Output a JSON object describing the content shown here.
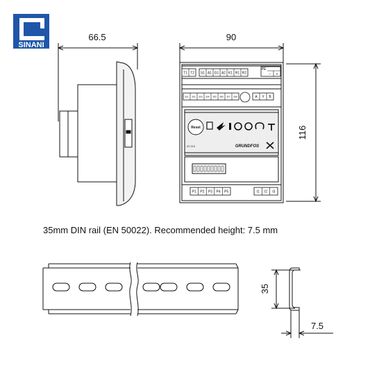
{
  "logo": {
    "text": "SINANI",
    "color": "#1f56a8"
  },
  "side_view": {
    "width_label": "66.5"
  },
  "front_view": {
    "width_label": "90",
    "height_label": "116",
    "top_terminals_left": [
      "T1",
      "T2"
    ],
    "top_terminals_mid": [
      "S1",
      "A1",
      "G1",
      "A2",
      "K1",
      "R1",
      "R2"
    ],
    "top_terminals_right": [
      "PE"
    ],
    "row2_terminals": [
      "D1",
      "D2",
      "D3",
      "D4",
      "D5",
      "D6",
      "D7",
      "D8"
    ],
    "row2_right": [
      "A",
      "Y",
      "B"
    ],
    "reset_label": "Reset",
    "model_label": "IO 113",
    "brand": "GRUNDFOS",
    "bottom_terminals_left": [
      "P1",
      "P2",
      "P3",
      "P4",
      "P5"
    ],
    "bottom_terminals_right": [
      "I1",
      "I2",
      "I3"
    ]
  },
  "caption": "35mm DIN rail (EN 50022). Recommended height: 7.5 mm",
  "rail": {
    "height_label": "35",
    "depth_label": "7.5"
  }
}
